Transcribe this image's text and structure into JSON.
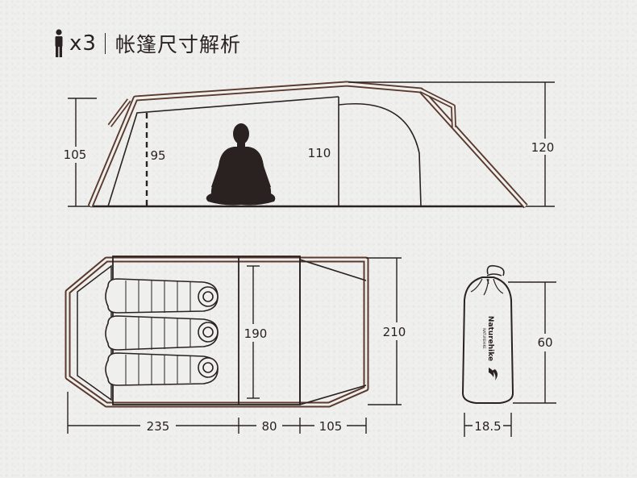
{
  "header": {
    "count": "x3",
    "title": "帐篷尺寸解析"
  },
  "side_view": {
    "left_height": "105",
    "inner_height": "95",
    "center_height": "110",
    "right_height": "120"
  },
  "top_view": {
    "inner_width": "190",
    "outer_width": "210",
    "length_sleep": "235",
    "length_middle": "80",
    "length_vestibule": "105"
  },
  "pack": {
    "height": "60",
    "diameter": "18.5",
    "brand": "Naturehike",
    "brand_sub": "NATUREHIKE"
  },
  "colors": {
    "line": "#2a2220",
    "tent_brown": "#5b3a2e",
    "background": "#efefee"
  }
}
